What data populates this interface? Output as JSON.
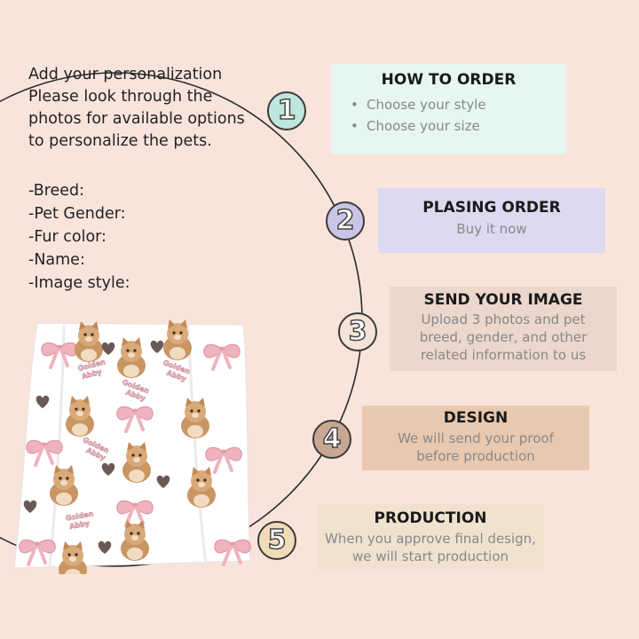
{
  "intro": {
    "lines": [
      "Add your personalization",
      "Please look through the",
      "photos for available options",
      "to personalize the pets."
    ],
    "fields": [
      "-Breed:",
      "-Pet Gender:",
      "-Fur color:",
      "-Name:",
      "-Image style:"
    ]
  },
  "steps": [
    {
      "number": "1",
      "title": "HOW TO ORDER",
      "bullets": [
        "Choose your style",
        "Choose your size"
      ],
      "color": "#e6f6f1",
      "circle_color": "#bfe6dc"
    },
    {
      "number": "2",
      "title": "PLASING ORDER",
      "desc": [
        "Buy it now"
      ],
      "color": "#dcd9f0",
      "circle_color": "#c9c5e6"
    },
    {
      "number": "3",
      "title": "SEND YOUR IMAGE",
      "desc": [
        "Upload 3 photos and pet",
        "breed, gender, and other",
        "related information to us"
      ],
      "color": "#ecd7cc",
      "circle_color": "#f5e3d9"
    },
    {
      "number": "4",
      "title": "DESIGN",
      "desc": [
        "We will send your proof",
        "before production"
      ],
      "color": "#e8c9b0",
      "circle_color": "#caa793"
    },
    {
      "number": "5",
      "title": "PRODUCTION",
      "desc": [
        "When you approve final design,",
        "we will start production"
      ],
      "color": "#efe2cf",
      "circle_color": "#f0dcb8"
    }
  ],
  "blanket": {
    "name_text": [
      "Golden",
      "Abby"
    ],
    "bow_color": "#efb3be",
    "heart_color": "#6a5a55"
  }
}
